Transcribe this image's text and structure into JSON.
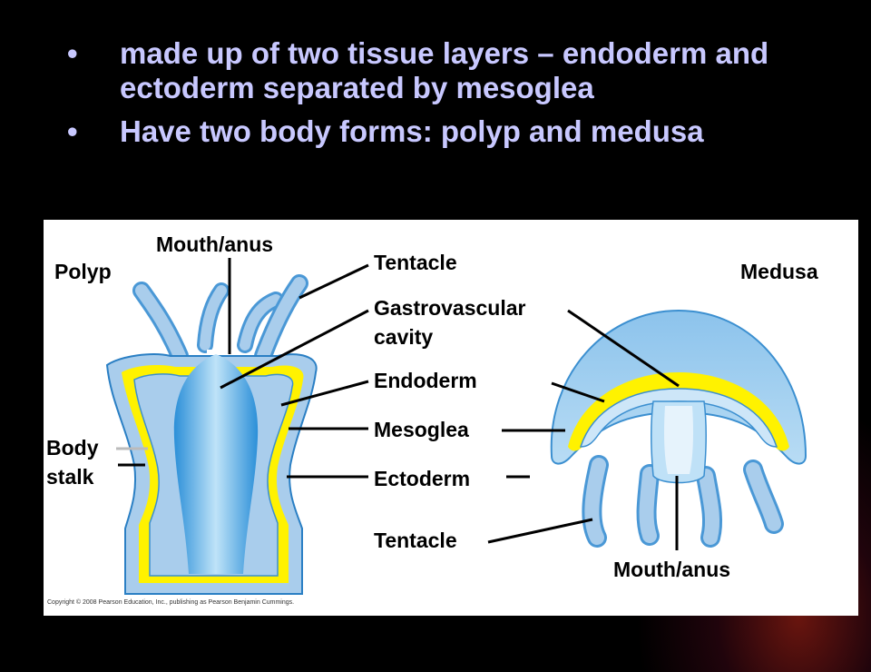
{
  "slide": {
    "bullets": [
      {
        "marker": "•",
        "text": "made up of two tissue layers – endoderm and ectoderm separated by mesoglea"
      },
      {
        "marker": "•",
        "text": "Have two body forms:  polyp and medusa"
      }
    ],
    "text_color": "#c8c8ff",
    "background_color": "#000000"
  },
  "diagram": {
    "labels": {
      "polyp": "Polyp",
      "medusa": "Medusa",
      "mouth_anus_top": "Mouth/anus",
      "tentacle_top": "Tentacle",
      "gastrovascular_line1": "Gastrovascular",
      "gastrovascular_line2": "cavity",
      "endoderm": "Endoderm",
      "mesoglea": "Mesoglea",
      "ectoderm": "Ectoderm",
      "tentacle_bottom": "Tentacle",
      "mouth_anus_bottom": "Mouth/anus",
      "body_stalk_line1": "Body",
      "body_stalk_line2": "stalk"
    },
    "copyright": "Copyright © 2008 Pearson Education, Inc., publishing as Pearson Benjamin Cummings.",
    "colors": {
      "ectoderm": "#a9cdec",
      "mesoglea": "#fff200",
      "endoderm": "#7fbfe8",
      "cavity": "#4aa3e0",
      "outline": "#2a7fc4"
    }
  }
}
